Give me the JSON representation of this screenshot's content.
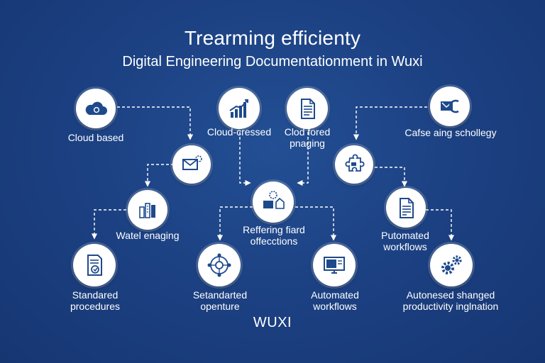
{
  "header": {
    "title": "Trearming efficienty",
    "subtitle": "Digital Engineering Documentationment in Wuxi"
  },
  "nodes": [
    {
      "icon": "cloud-icon",
      "label": "Cloud based"
    },
    {
      "icon": "growth-chart-icon",
      "label": "Cloud-cressed"
    },
    {
      "icon": "document-icon",
      "label": "Clod fored\npnaging"
    },
    {
      "icon": "messaging-icon",
      "label": "Cafse aing schollegy"
    },
    {
      "icon": "email-icon",
      "label": ""
    },
    {
      "icon": "puzzle-icon",
      "label": ""
    },
    {
      "icon": "bar-chart-icon",
      "label": "Watel enaging"
    },
    {
      "icon": "folder-share-icon",
      "label": "Reffering fiard\noffecctions"
    },
    {
      "icon": "document-list-icon",
      "label": "Putomated\nworkflows"
    },
    {
      "icon": "procedure-document-icon",
      "label": "Standared\nprocedures"
    },
    {
      "icon": "network-cycle-icon",
      "label": "Setandarted\nopenture"
    },
    {
      "icon": "monitor-icon",
      "label": "Automated\nworkflows"
    },
    {
      "icon": "gears-icon",
      "label": "Autonesed shanged\nproductivity inglnation"
    }
  ],
  "footer": "WUXI",
  "colors": {
    "background": "#1b3f80",
    "node_fill": "#ffffff",
    "icon_stroke": "#1e4a8c",
    "connector": "#ffffff"
  }
}
